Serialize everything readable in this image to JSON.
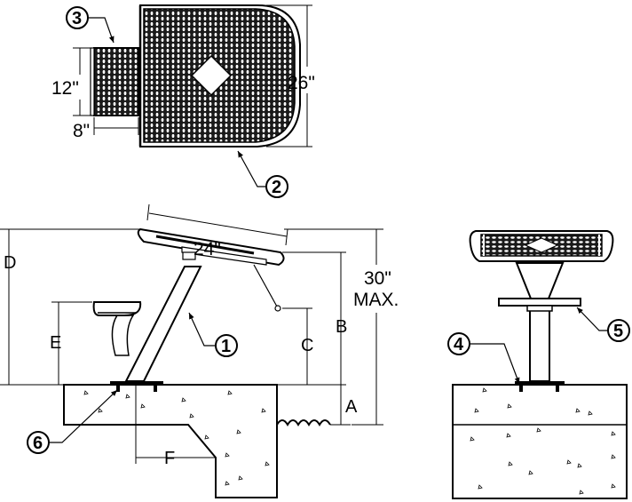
{
  "dimensions": {
    "seat_depth": "12\"",
    "seat_width": "8\"",
    "top_depth": "26\"",
    "top_width": "24\"",
    "max_height_line1": "30\"",
    "max_height_line2": "MAX.",
    "dim_a": "A",
    "dim_b": "B",
    "dim_c": "C",
    "dim_d": "D",
    "dim_e": "E",
    "dim_f": "F"
  },
  "callouts": [
    "1",
    "2",
    "3",
    "4",
    "5",
    "6"
  ]
}
